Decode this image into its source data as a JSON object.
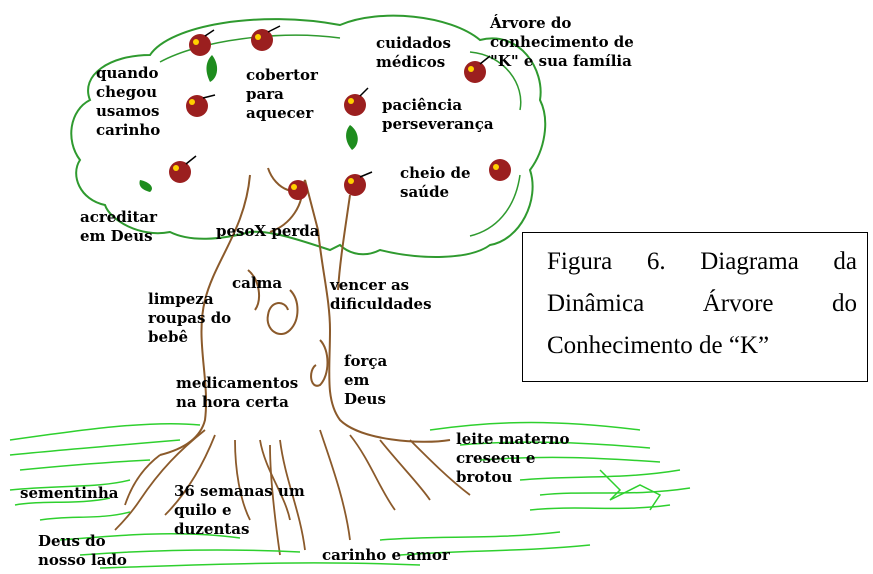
{
  "labels": {
    "tree_title": "Árvore do\nconhecimento de\n\"K\" e sua família",
    "cuidados": "cuidados\nmédicos",
    "cobertor": "cobertor\npara\naquecer",
    "quando": "quando\nchegou\nusamos\ncarinho",
    "paciencia": "paciência\nperseverança",
    "cheio": "cheio de\nsaúde",
    "acreditar": "acreditar\nem Deus",
    "peso": "pesoX perda",
    "calma": "calma",
    "vencer": "vencer as\ndificuldades",
    "limpeza": "limpeza\nroupas do\nbebê",
    "medicamentos": "medicamentos\nna hora certa",
    "forca": "força\nem\nDeus",
    "leite": "leite materno\ncresecu e\nbrotou",
    "sementinha": "sementinha",
    "semanas": "36 semanas um\nquilo e\nduzentas",
    "deus_lado": "Deus do\nnosso lado",
    "carinho_amor": "carinho e amor"
  },
  "caption": {
    "text": "Figura 6. Diagrama da Dinâmica Árvore do Conhecimento de “K”"
  },
  "colors": {
    "trunk": "#8b5a2b",
    "canopy": "#2f9a2f",
    "grass": "#2ed02e",
    "fruit": "#9b1f1f",
    "fruit_highlight": "#ffd000",
    "leaf": "#1e8c1e"
  },
  "icons": {
    "fruit": "fruit-icon",
    "leaf": "leaf-icon"
  }
}
